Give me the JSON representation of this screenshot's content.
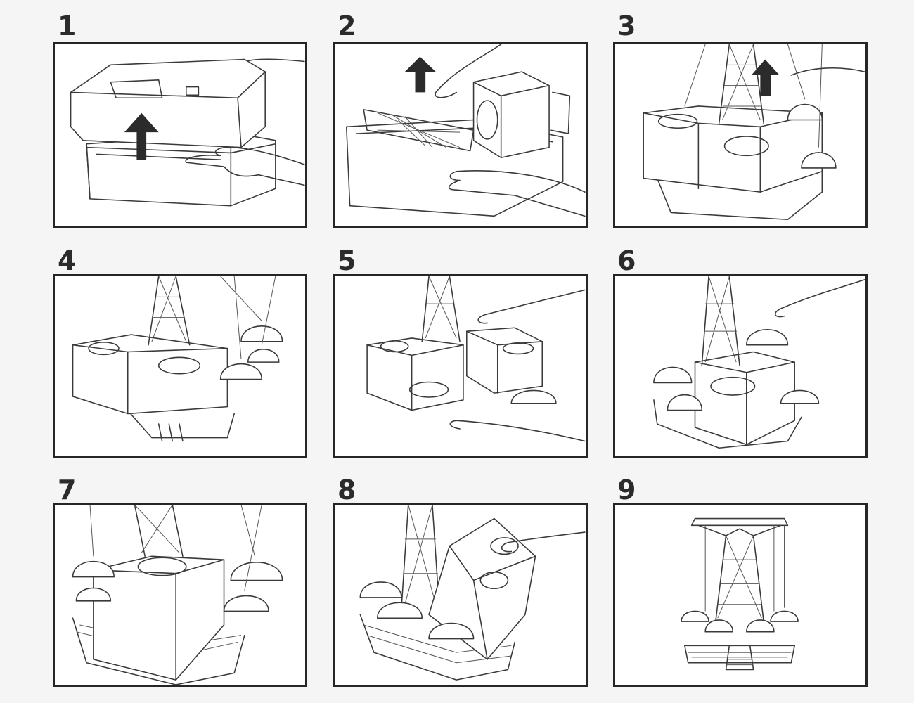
{
  "steps": [
    {
      "number": "1",
      "icon": "lift-box-lid-illustration"
    },
    {
      "number": "2",
      "icon": "lift-out-parts-illustration"
    },
    {
      "number": "3",
      "icon": "lift-tower-illustration"
    },
    {
      "number": "4",
      "icon": "tower-with-chairs-illustration"
    },
    {
      "number": "5",
      "icon": "remove-packing-block-illustration"
    },
    {
      "number": "6",
      "icon": "hang-swing-chairs-illustration"
    },
    {
      "number": "7",
      "icon": "swing-chairs-attached-illustration"
    },
    {
      "number": "8",
      "icon": "remove-last-block-illustration"
    },
    {
      "number": "9",
      "icon": "assembled-swing-ride-illustration"
    }
  ],
  "colors": {
    "line": "#3a3a3a",
    "frame": "#262626",
    "paper": "#f5f5f5"
  }
}
